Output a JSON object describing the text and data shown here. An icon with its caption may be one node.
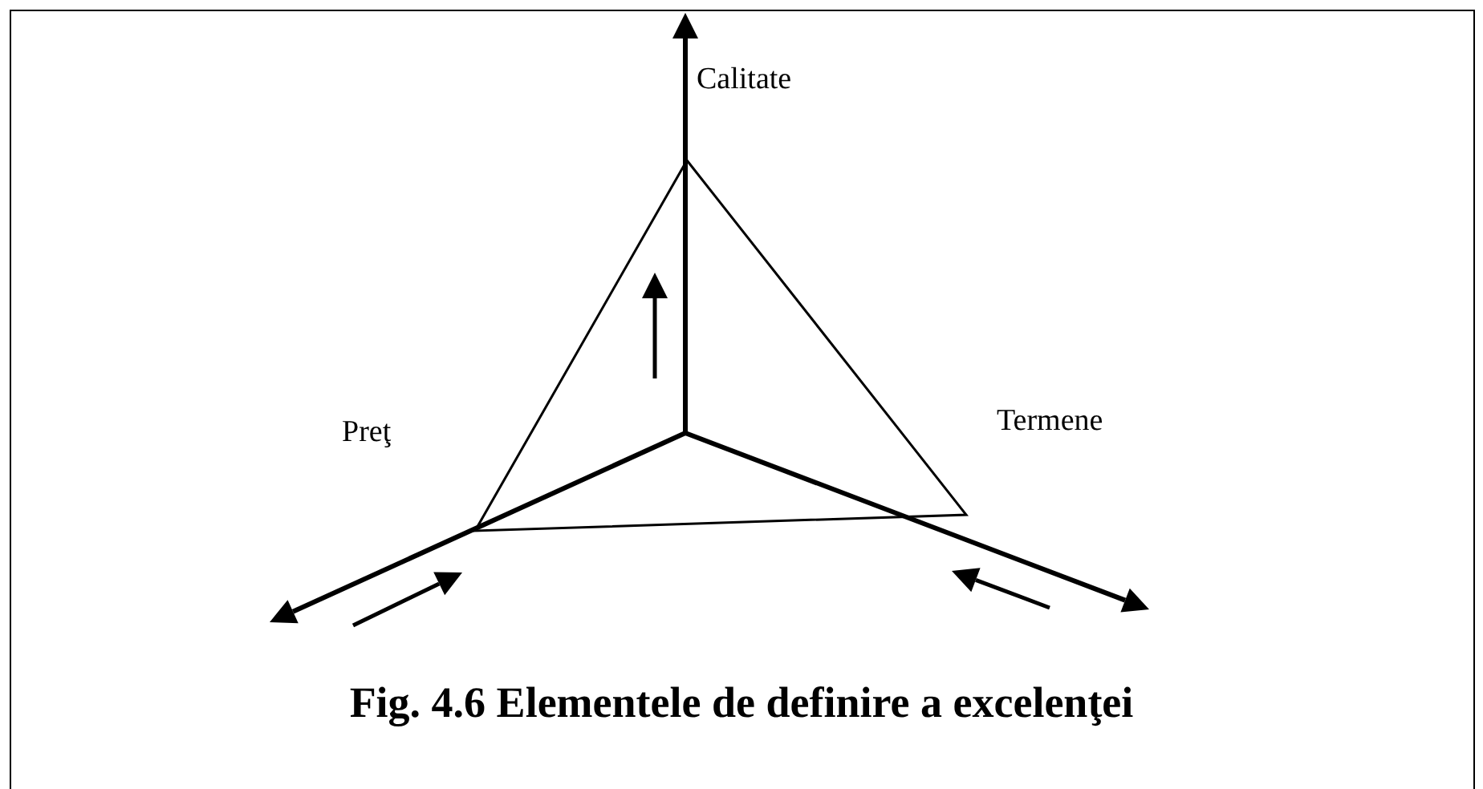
{
  "diagram": {
    "caption": "Fig. 4.6 Elementele de definire a excelenţei",
    "labels": [
      "Calitate",
      "Preţ",
      "Termene"
    ]
  }
}
